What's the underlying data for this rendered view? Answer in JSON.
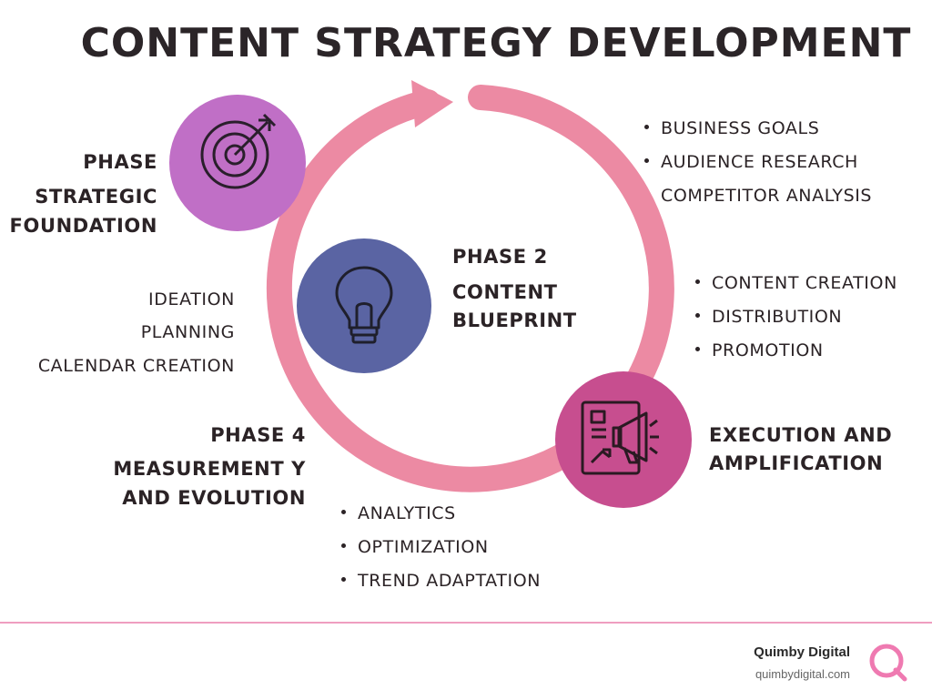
{
  "title": "CONTENT STRATEGY DEVELOPMENT",
  "colors": {
    "ring": "#ec8aa3",
    "phase1_circle": "#c06fc6",
    "phase2_circle": "#5a64a3",
    "phase3_circle": "#c74e8f",
    "brand_logo": "#ef7ab1"
  },
  "phase1": {
    "line1": "PHASE",
    "line2": "STRATEGIC",
    "line3": "FOUNDATION",
    "icon": "target-arrow-icon",
    "bullets": [
      "BUSINESS GOALS",
      "AUDIENCE RESEARCH",
      "COMPETITOR ANALYSIS"
    ]
  },
  "phase2": {
    "line1": "PHASE 2",
    "line2": "CONTENT",
    "line3": "BLUEPRINT",
    "icon": "lightbulb-icon",
    "items": [
      "IDEATION",
      "PLANNING",
      "CALENDAR CREATION"
    ]
  },
  "phase3": {
    "line1": "EXECUTION AND",
    "line2": "AMPLIFICATION",
    "icon": "megaphone-document-icon",
    "bullets": [
      "CONTENT CREATION",
      "DISTRIBUTION",
      "PROMOTION"
    ]
  },
  "phase4": {
    "line1": "PHASE 4",
    "line2": "MEASUREMENT Y",
    "line3": "AND EVOLUTION",
    "bullets": [
      "ANALYTICS",
      "OPTIMIZATION",
      "TREND ADAPTATION"
    ]
  },
  "footer": {
    "brand": "Quimby Digital",
    "url": "quimbydigital.com",
    "logo_icon": "q-logo-icon"
  }
}
